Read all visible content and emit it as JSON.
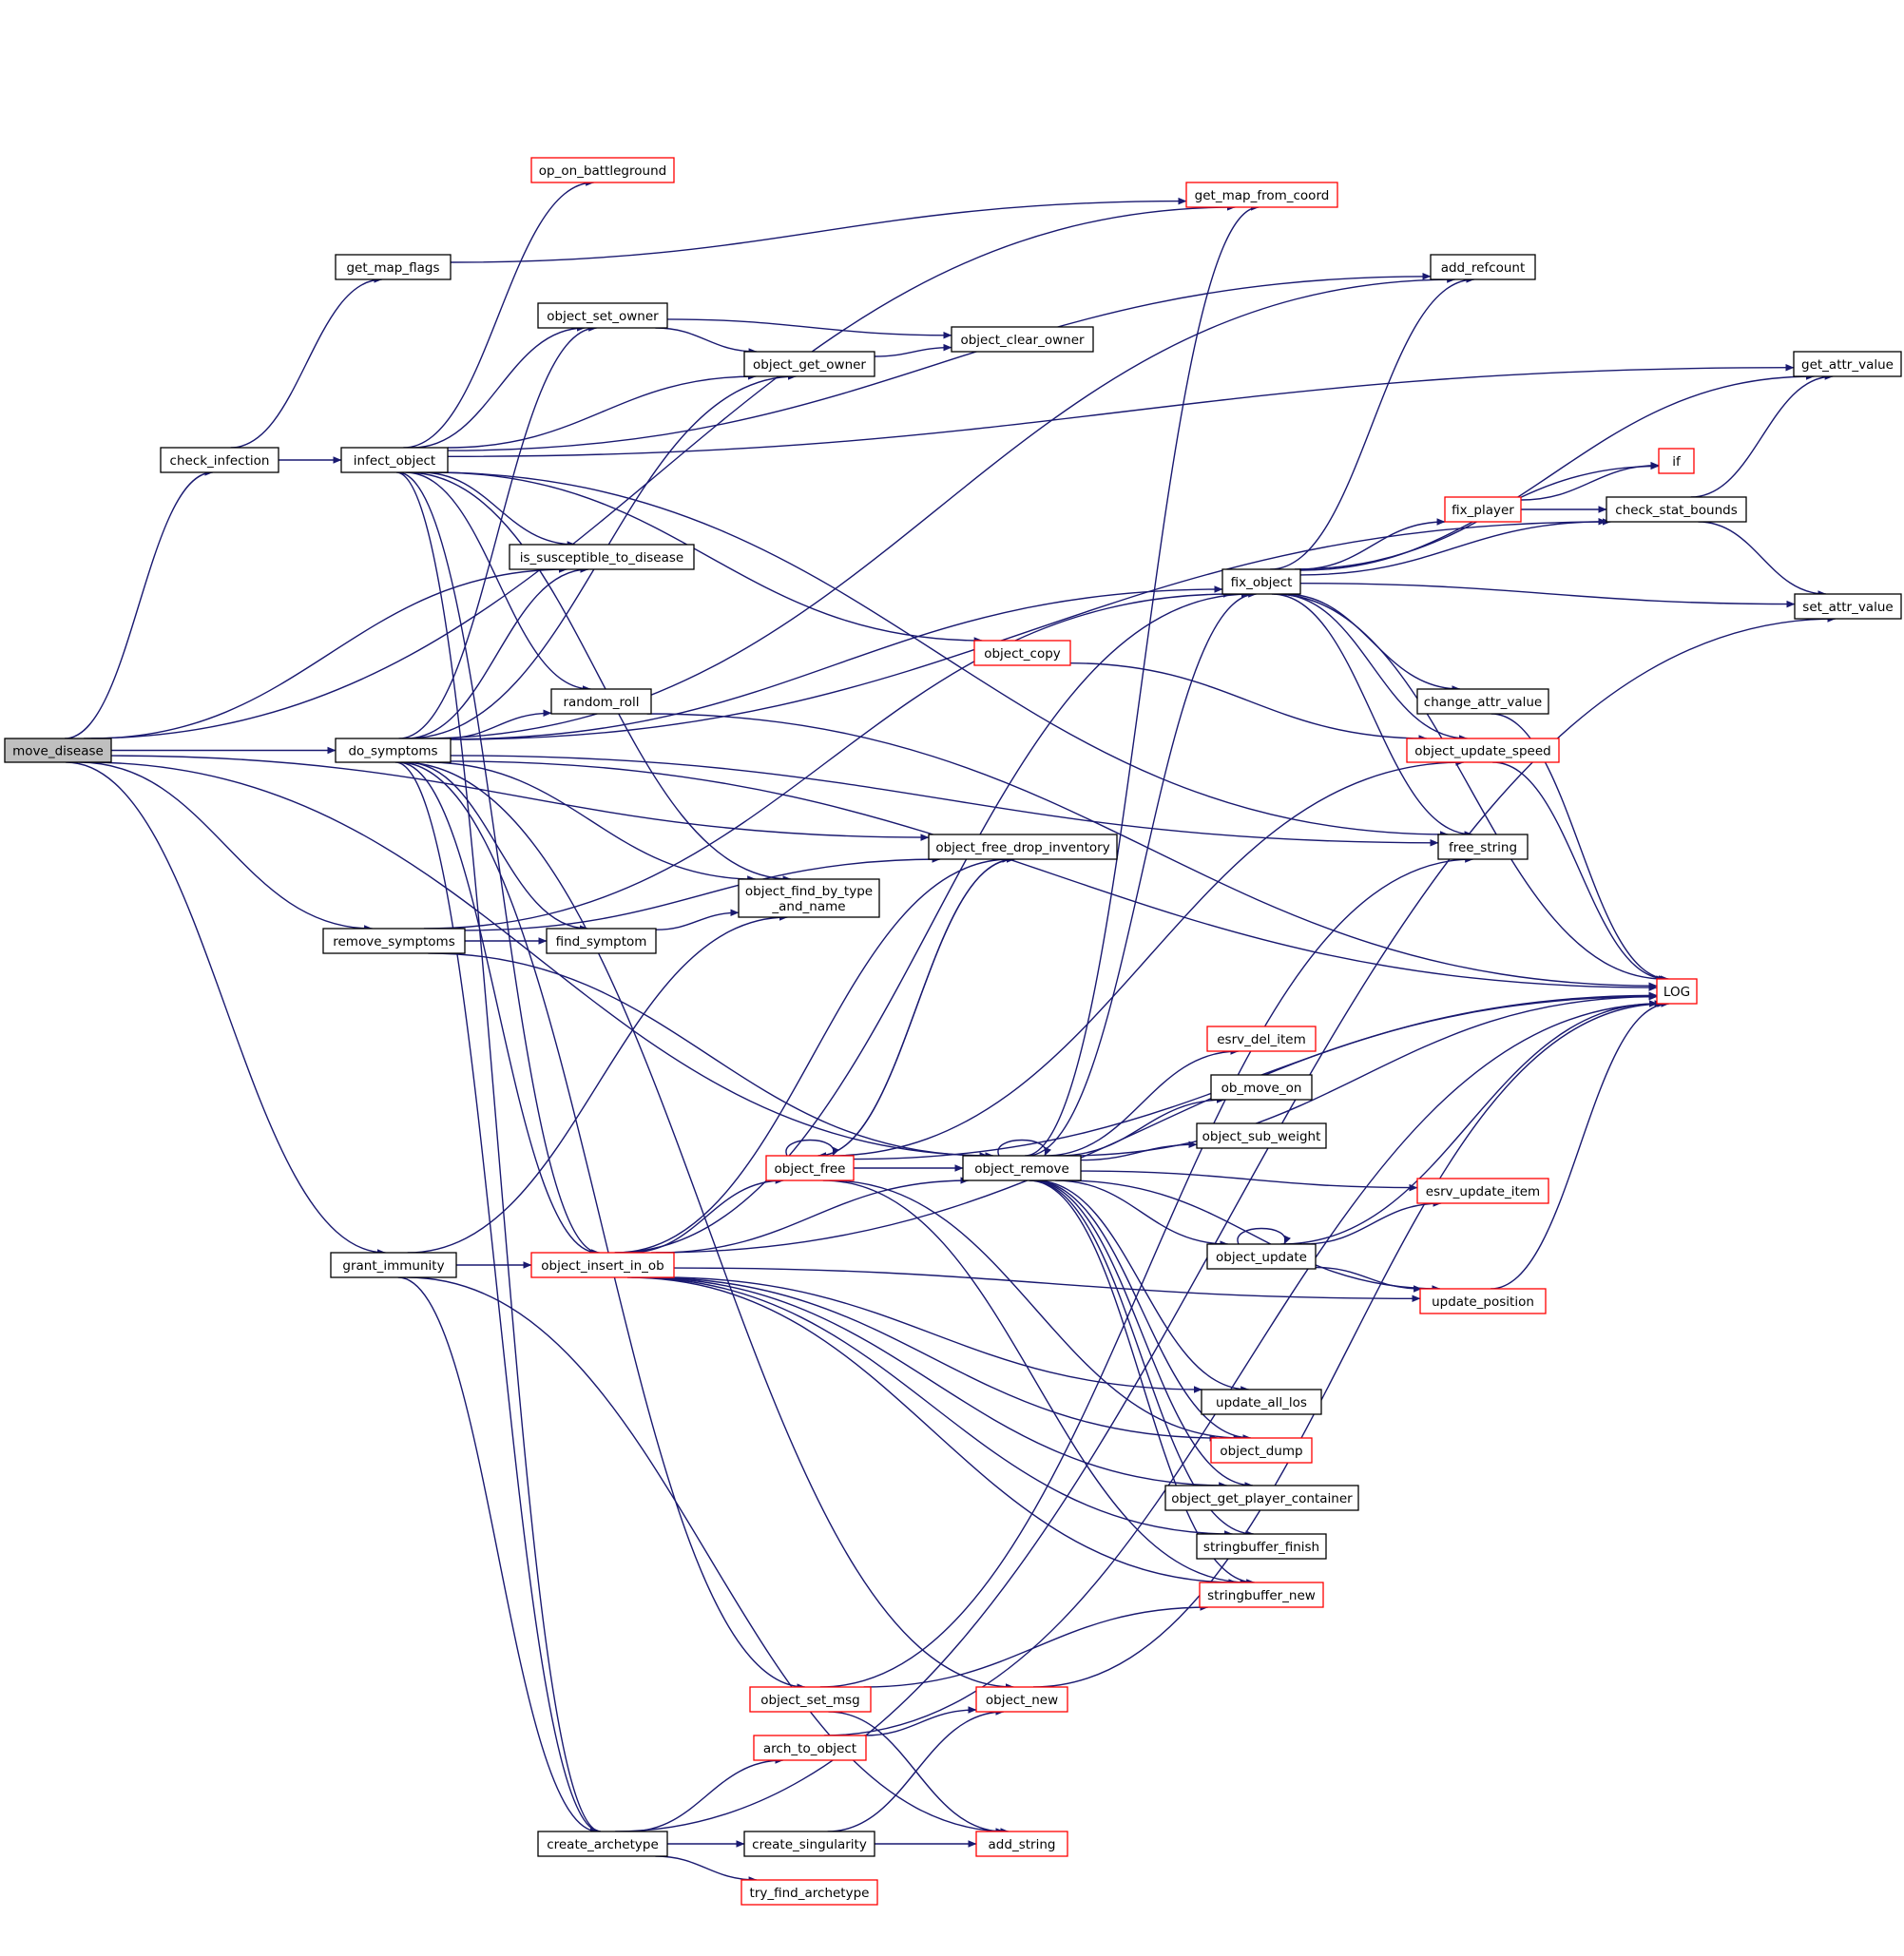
{
  "colors": {
    "edge": "#191970",
    "normal_border": "#000000",
    "truncated_border": "#ff0000",
    "root_fill": "#bfbfbf",
    "node_fill": "#ffffff"
  },
  "nodes": {
    "move_disease": {
      "label": "move_disease",
      "style": "root"
    },
    "check_infection": {
      "label": "check_infection",
      "style": "normal"
    },
    "get_map_flags": {
      "label": "get_map_flags",
      "style": "normal"
    },
    "infect_object": {
      "label": "infect_object",
      "style": "normal"
    },
    "do_symptoms": {
      "label": "do_symptoms",
      "style": "normal"
    },
    "remove_symptoms": {
      "label": "remove_symptoms",
      "style": "normal"
    },
    "grant_immunity": {
      "label": "grant_immunity",
      "style": "normal"
    },
    "op_on_battleground": {
      "label": "op_on_battleground",
      "style": "truncated"
    },
    "object_set_owner": {
      "label": "object_set_owner",
      "style": "normal"
    },
    "is_susceptible_to_disease": {
      "label": "is_susceptible_to_disease",
      "style": "normal"
    },
    "random_roll": {
      "label": "random_roll",
      "style": "normal"
    },
    "find_symptom": {
      "label": "find_symptom",
      "style": "normal"
    },
    "object_insert_in_ob": {
      "label": "object_insert_in_ob",
      "style": "truncated"
    },
    "create_archetype": {
      "label": "create_archetype",
      "style": "normal"
    },
    "object_get_owner": {
      "label": "object_get_owner",
      "style": "normal"
    },
    "object_find_by_type_and_name": {
      "label": [
        "object_find_by_type",
        "_and_name"
      ],
      "style": "normal"
    },
    "object_free": {
      "label": "object_free",
      "style": "truncated"
    },
    "object_set_msg": {
      "label": "object_set_msg",
      "style": "truncated"
    },
    "arch_to_object": {
      "label": "arch_to_object",
      "style": "truncated"
    },
    "create_singularity": {
      "label": "create_singularity",
      "style": "normal"
    },
    "try_find_archetype": {
      "label": "try_find_archetype",
      "style": "truncated"
    },
    "object_clear_owner": {
      "label": "object_clear_owner",
      "style": "normal"
    },
    "object_copy": {
      "label": "object_copy",
      "style": "truncated"
    },
    "object_free_drop_inventory": {
      "label": "object_free_drop_inventory",
      "style": "normal"
    },
    "object_remove": {
      "label": "object_remove",
      "style": "normal"
    },
    "object_new": {
      "label": "object_new",
      "style": "truncated"
    },
    "add_string": {
      "label": "add_string",
      "style": "truncated"
    },
    "get_map_from_coord": {
      "label": "get_map_from_coord",
      "style": "truncated"
    },
    "fix_object": {
      "label": "fix_object",
      "style": "normal"
    },
    "esrv_del_item": {
      "label": "esrv_del_item",
      "style": "truncated"
    },
    "ob_move_on": {
      "label": "ob_move_on",
      "style": "normal"
    },
    "object_sub_weight": {
      "label": "object_sub_weight",
      "style": "normal"
    },
    "object_update": {
      "label": "object_update",
      "style": "normal"
    },
    "update_all_los": {
      "label": "update_all_los",
      "style": "normal"
    },
    "object_dump": {
      "label": "object_dump",
      "style": "truncated"
    },
    "object_get_player_container": {
      "label": "object_get_player_container",
      "style": "normal"
    },
    "stringbuffer_finish": {
      "label": "stringbuffer_finish",
      "style": "normal"
    },
    "stringbuffer_new": {
      "label": "stringbuffer_new",
      "style": "truncated"
    },
    "add_refcount": {
      "label": "add_refcount",
      "style": "normal"
    },
    "fix_player": {
      "label": "fix_player",
      "style": "truncated"
    },
    "change_attr_value": {
      "label": "change_attr_value",
      "style": "normal"
    },
    "object_update_speed": {
      "label": "object_update_speed",
      "style": "truncated"
    },
    "free_string": {
      "label": "free_string",
      "style": "normal"
    },
    "esrv_update_item": {
      "label": "esrv_update_item",
      "style": "truncated"
    },
    "update_position": {
      "label": "update_position",
      "style": "truncated"
    },
    "get_attr_value": {
      "label": "get_attr_value",
      "style": "normal"
    },
    "if": {
      "label": "if",
      "style": "truncated"
    },
    "check_stat_bounds": {
      "label": "check_stat_bounds",
      "style": "normal"
    },
    "set_attr_value": {
      "label": "set_attr_value",
      "style": "normal"
    },
    "LOG": {
      "label": "LOG",
      "style": "truncated"
    }
  },
  "edges": [
    [
      "move_disease",
      "check_infection"
    ],
    [
      "move_disease",
      "do_symptoms"
    ],
    [
      "move_disease",
      "remove_symptoms"
    ],
    [
      "move_disease",
      "grant_immunity"
    ],
    [
      "move_disease",
      "is_susceptible_to_disease"
    ],
    [
      "move_disease",
      "object_remove"
    ],
    [
      "move_disease",
      "get_map_from_coord"
    ],
    [
      "move_disease",
      "object_free_drop_inventory"
    ],
    [
      "check_infection",
      "get_map_flags"
    ],
    [
      "check_infection",
      "infect_object"
    ],
    [
      "get_map_flags",
      "get_map_from_coord"
    ],
    [
      "infect_object",
      "op_on_battleground"
    ],
    [
      "infect_object",
      "object_set_owner"
    ],
    [
      "infect_object",
      "object_get_owner"
    ],
    [
      "infect_object",
      "is_susceptible_to_disease"
    ],
    [
      "infect_object",
      "random_roll"
    ],
    [
      "infect_object",
      "object_find_by_type_and_name"
    ],
    [
      "infect_object",
      "object_insert_in_ob"
    ],
    [
      "infect_object",
      "create_archetype"
    ],
    [
      "infect_object",
      "object_copy"
    ],
    [
      "infect_object",
      "add_refcount"
    ],
    [
      "infect_object",
      "get_attr_value"
    ],
    [
      "infect_object",
      "free_string"
    ],
    [
      "do_symptoms",
      "object_set_owner"
    ],
    [
      "do_symptoms",
      "object_get_owner"
    ],
    [
      "do_symptoms",
      "is_susceptible_to_disease"
    ],
    [
      "do_symptoms",
      "random_roll"
    ],
    [
      "do_symptoms",
      "object_find_by_type_and_name"
    ],
    [
      "do_symptoms",
      "find_symptom"
    ],
    [
      "do_symptoms",
      "object_insert_in_ob"
    ],
    [
      "do_symptoms",
      "create_archetype"
    ],
    [
      "do_symptoms",
      "object_set_msg"
    ],
    [
      "do_symptoms",
      "object_new"
    ],
    [
      "do_symptoms",
      "add_refcount"
    ],
    [
      "do_symptoms",
      "check_stat_bounds"
    ],
    [
      "do_symptoms",
      "fix_object"
    ],
    [
      "do_symptoms",
      "free_string"
    ],
    [
      "do_symptoms",
      "LOG"
    ],
    [
      "remove_symptoms",
      "find_symptom"
    ],
    [
      "remove_symptoms",
      "object_remove"
    ],
    [
      "remove_symptoms",
      "object_free_drop_inventory"
    ],
    [
      "remove_symptoms",
      "fix_object"
    ],
    [
      "grant_immunity",
      "object_insert_in_ob"
    ],
    [
      "grant_immunity",
      "create_archetype"
    ],
    [
      "grant_immunity",
      "object_find_by_type_and_name"
    ],
    [
      "grant_immunity",
      "add_string"
    ],
    [
      "object_set_owner",
      "object_clear_owner"
    ],
    [
      "object_set_owner",
      "object_get_owner"
    ],
    [
      "object_get_owner",
      "object_clear_owner"
    ],
    [
      "random_roll",
      "LOG"
    ],
    [
      "find_symptom",
      "object_find_by_type_and_name"
    ],
    [
      "object_insert_in_ob",
      "object_free"
    ],
    [
      "object_insert_in_ob",
      "object_remove"
    ],
    [
      "object_insert_in_ob",
      "fix_object"
    ],
    [
      "object_insert_in_ob",
      "object_free_drop_inventory"
    ],
    [
      "object_insert_in_ob",
      "update_all_los"
    ],
    [
      "object_insert_in_ob",
      "object_dump"
    ],
    [
      "object_insert_in_ob",
      "object_get_player_container"
    ],
    [
      "object_insert_in_ob",
      "stringbuffer_finish"
    ],
    [
      "object_insert_in_ob",
      "stringbuffer_new"
    ],
    [
      "object_insert_in_ob",
      "update_position"
    ],
    [
      "object_insert_in_ob",
      "LOG"
    ],
    [
      "create_archetype",
      "arch_to_object"
    ],
    [
      "create_archetype",
      "create_singularity"
    ],
    [
      "create_archetype",
      "try_find_archetype"
    ],
    [
      "create_archetype",
      "set_attr_value"
    ],
    [
      "object_set_msg",
      "add_string"
    ],
    [
      "object_set_msg",
      "stringbuffer_new"
    ],
    [
      "object_set_msg",
      "free_string"
    ],
    [
      "arch_to_object",
      "object_new"
    ],
    [
      "arch_to_object",
      "LOG"
    ],
    [
      "create_singularity",
      "object_new"
    ],
    [
      "create_singularity",
      "add_string"
    ],
    [
      "object_new",
      "LOG"
    ],
    [
      "object_copy",
      "object_update_speed"
    ],
    [
      "object_free",
      "object_free"
    ],
    [
      "object_free",
      "object_remove"
    ],
    [
      "object_free",
      "object_free_drop_inventory"
    ],
    [
      "object_free",
      "object_update_speed"
    ],
    [
      "object_free",
      "object_dump"
    ],
    [
      "object_free",
      "stringbuffer_new"
    ],
    [
      "object_free",
      "LOG"
    ],
    [
      "object_remove",
      "object_remove"
    ],
    [
      "object_remove",
      "esrv_del_item"
    ],
    [
      "object_remove",
      "ob_move_on"
    ],
    [
      "object_remove",
      "object_sub_weight"
    ],
    [
      "object_remove",
      "esrv_update_item"
    ],
    [
      "object_remove",
      "object_update"
    ],
    [
      "object_remove",
      "update_position"
    ],
    [
      "object_remove",
      "update_all_los"
    ],
    [
      "object_remove",
      "object_dump"
    ],
    [
      "object_remove",
      "object_get_player_container"
    ],
    [
      "object_remove",
      "stringbuffer_finish"
    ],
    [
      "object_remove",
      "stringbuffer_new"
    ],
    [
      "object_remove",
      "fix_object"
    ],
    [
      "object_remove",
      "get_map_from_coord"
    ],
    [
      "object_remove",
      "LOG"
    ],
    [
      "object_update",
      "object_update"
    ],
    [
      "object_update",
      "esrv_update_item"
    ],
    [
      "object_update",
      "update_position"
    ],
    [
      "object_update",
      "LOG"
    ],
    [
      "update_position",
      "LOG"
    ],
    [
      "fix_object",
      "add_refcount"
    ],
    [
      "fix_object",
      "get_attr_value"
    ],
    [
      "fix_object",
      "if"
    ],
    [
      "fix_object",
      "fix_player"
    ],
    [
      "fix_object",
      "check_stat_bounds"
    ],
    [
      "fix_object",
      "set_attr_value"
    ],
    [
      "fix_object",
      "change_attr_value"
    ],
    [
      "fix_object",
      "object_update_speed"
    ],
    [
      "fix_object",
      "free_string"
    ],
    [
      "fix_object",
      "LOG"
    ],
    [
      "fix_player",
      "if"
    ],
    [
      "fix_player",
      "check_stat_bounds"
    ],
    [
      "check_stat_bounds",
      "get_attr_value"
    ],
    [
      "check_stat_bounds",
      "set_attr_value"
    ],
    [
      "change_attr_value",
      "LOG"
    ],
    [
      "object_update_speed",
      "LOG"
    ],
    [
      "object_free_drop_inventory",
      "object_free"
    ]
  ]
}
